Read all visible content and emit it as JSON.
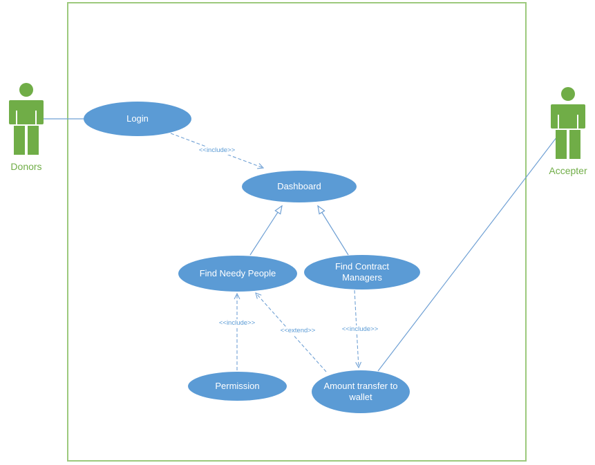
{
  "diagram": {
    "type": "uml-use-case-diagram",
    "colors": {
      "usecase_fill": "#5b9bd5",
      "usecase_text": "#ffffff",
      "actor_green": "#70ad47",
      "boundary_border": "#9cc97c",
      "connector_blue": "#6fa0d4"
    },
    "actors": [
      {
        "id": "donors",
        "label": "Donors"
      },
      {
        "id": "accepter",
        "label": "Accepter"
      }
    ],
    "use_cases": [
      {
        "id": "login",
        "label": "Login"
      },
      {
        "id": "dashboard",
        "label": "Dashboard"
      },
      {
        "id": "find_needy",
        "label": "Find Needy People"
      },
      {
        "id": "find_contract",
        "label": "Find Contract Managers"
      },
      {
        "id": "permission",
        "label": "Permission"
      },
      {
        "id": "amount_transfer",
        "label": "Amount transfer to wallet"
      }
    ],
    "connectors": [
      {
        "from": "Donors",
        "to": "Login",
        "style": "solid",
        "label": ""
      },
      {
        "from": "Login",
        "to": "Dashboard",
        "style": "dashed",
        "label": "<<include>>"
      },
      {
        "from": "Find Needy People",
        "to": "Dashboard",
        "style": "solid",
        "label": ""
      },
      {
        "from": "Find Contract Managers",
        "to": "Dashboard",
        "style": "solid",
        "label": ""
      },
      {
        "from": "Permission",
        "to": "Find Needy People",
        "style": "dashed",
        "label": "<<include>>"
      },
      {
        "from": "Amount transfer to wallet",
        "to": "Find Needy People",
        "style": "dashed",
        "label": "<<extend>>"
      },
      {
        "from": "Find Contract Managers",
        "to": "Amount transfer to wallet",
        "style": "dashed",
        "label": "<<include>>"
      },
      {
        "from": "Accepter",
        "to": "Amount transfer to wallet",
        "style": "solid",
        "label": ""
      }
    ]
  }
}
